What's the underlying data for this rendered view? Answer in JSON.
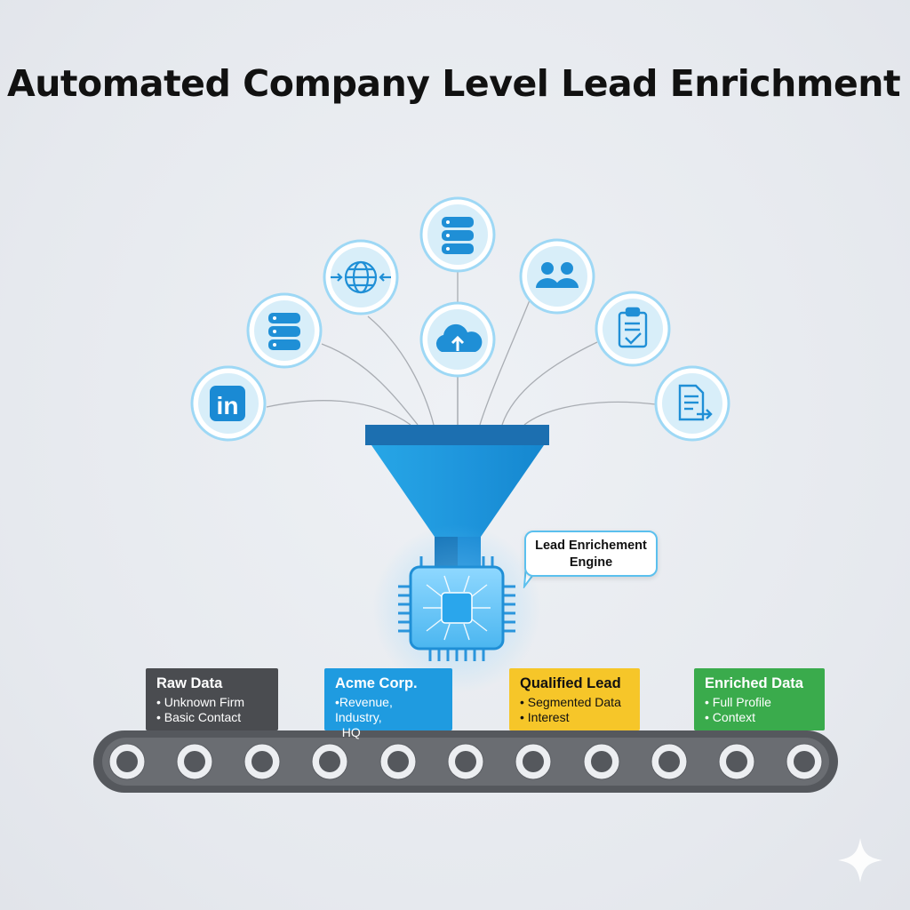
{
  "title": "Automated Company Level Lead Enrichment",
  "engine_label": "Lead Enrichement Engine",
  "sources": [
    {
      "icon": "linkedin-icon",
      "text": "in"
    },
    {
      "icon": "database-icon"
    },
    {
      "icon": "globe-sync-icon"
    },
    {
      "icon": "database-icon"
    },
    {
      "icon": "cloud-upload-icon"
    },
    {
      "icon": "users-icon"
    },
    {
      "icon": "clipboard-check-icon"
    },
    {
      "icon": "document-export-icon"
    }
  ],
  "stages": [
    {
      "title": "Raw Data",
      "lines": [
        "• Unknown Firm",
        "• Basic Contact"
      ]
    },
    {
      "title": "Acme Corp.",
      "lines": [
        "•Revenue, Industry,",
        "  HQ"
      ]
    },
    {
      "title": "Qualified Lead",
      "lines": [
        "• Segmented Data",
        "• Interest"
      ]
    },
    {
      "title": "Enriched Data",
      "lines": [
        "• Full Profile",
        "• Context"
      ]
    }
  ],
  "colors": {
    "accent": "#1f9be0",
    "funnel_top": "#1c6fb0",
    "stage_raw": "#4a4c50",
    "stage_acme": "#1f9be0",
    "stage_qualified": "#f6c629",
    "stage_enriched": "#3aab4c",
    "conveyor": "#55585d"
  }
}
